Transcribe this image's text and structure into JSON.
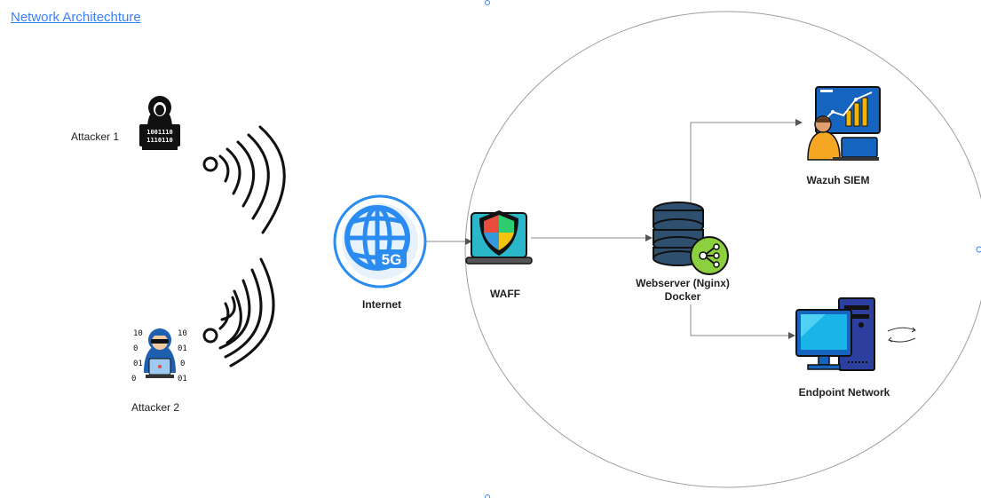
{
  "title": {
    "text": "Network Architechture"
  },
  "nodes": {
    "attacker1": {
      "label": "Attacker 1",
      "binary_line1": "1001110",
      "binary_line2": "1110110"
    },
    "attacker2": {
      "label": "Attacker 2",
      "binary_top": "10",
      "binary_mid": "0",
      "binary_bot": "01"
    },
    "internet": {
      "label": "Internet",
      "badge": "5G"
    },
    "waff": {
      "label": "WAFF"
    },
    "webserver": {
      "label_line1": "Webserver (Nginx)",
      "label_line2": "Docker"
    },
    "siem": {
      "label": "Wazuh SIEM"
    },
    "endpoint": {
      "label": "Endpoint Network"
    }
  },
  "colors": {
    "link": "#3b82f6",
    "edge": "#9aa0a6",
    "shield_red": "#e74c3c",
    "shield_green": "#2ecc71",
    "shield_blue": "#3498db",
    "shield_yellow": "#f1c40f",
    "globe": "#2a8cf0",
    "docker_green": "#8ccf3f",
    "monitor": "#1565c0",
    "tower": "#2c3e9e"
  }
}
